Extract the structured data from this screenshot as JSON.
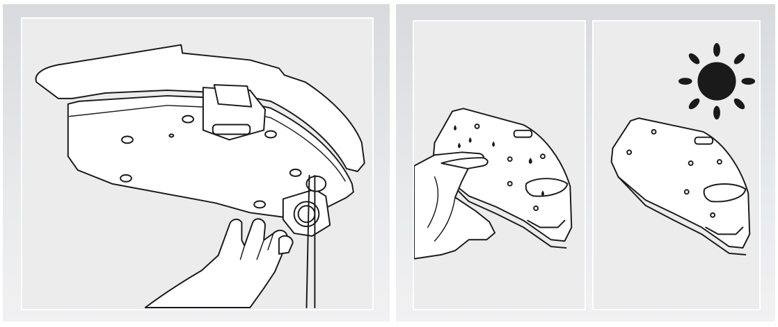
{
  "panels": [
    {
      "scene": "remove-mop-bracket-from-robot-underside"
    },
    {
      "scene": "wipe-wet-mop-bracket-with-cloth"
    },
    {
      "scene": "dry-mop-bracket-in-sun"
    }
  ],
  "icons": [
    "hand-icon",
    "droplet-icon",
    "sun-icon",
    "cloth-icon"
  ],
  "colors": {
    "panel_bg": "#ebeceb",
    "frame_bg": "#dcdde0",
    "line": "#1a1a1a",
    "fill": "#ffffff"
  }
}
